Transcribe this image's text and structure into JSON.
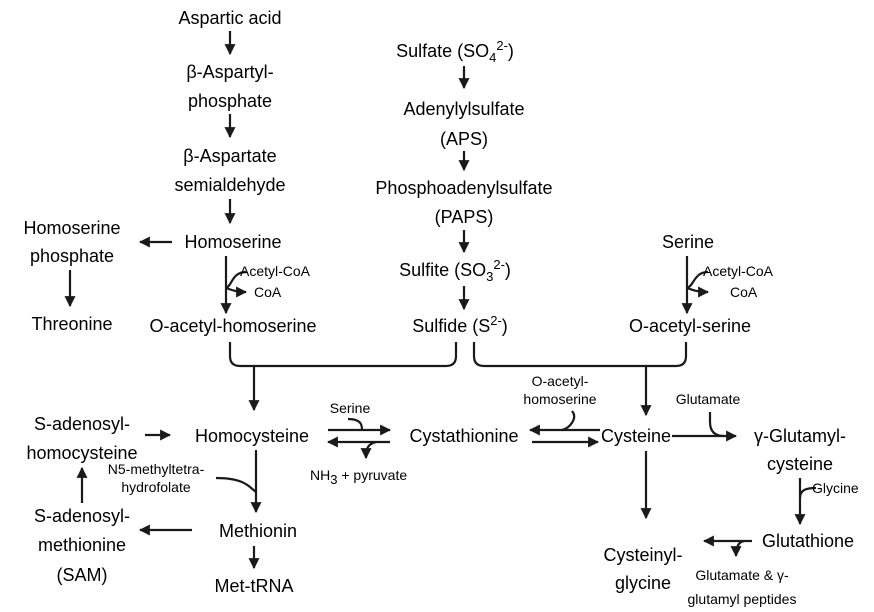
{
  "nodes": {
    "aspartic_acid": "Aspartic acid",
    "aspartyl_phosphate_1": "β-Aspartyl-",
    "aspartyl_phosphate_2": "phosphate",
    "aspartate_semialdehyde_1": "β-Aspartate",
    "aspartate_semialdehyde_2": "semialdehyde",
    "homoserine": "Homoserine",
    "homoserine_phosphate_1": "Homoserine",
    "homoserine_phosphate_2": "phosphate",
    "threonine": "Threonine",
    "o_acetyl_homoserine": "O-acetyl-homoserine",
    "sulfate": "Sulfate (SO",
    "sulfate_sub": "4",
    "sulfate_sup": "2-",
    "sulfate_close": ")",
    "aps_1": "Adenylylsulfate",
    "aps_2": "(APS)",
    "paps_1": "Phosphoadenylsulfate",
    "paps_2": "(PAPS)",
    "sulfite": "Sulfite (SO",
    "sulfite_sub": "3",
    "sulfite_sup": "2-",
    "sulfite_close": ")",
    "sulfide": "Sulfide (S",
    "sulfide_sup": "2-",
    "sulfide_close": ")",
    "serine": "Serine",
    "o_acetyl_serine": "O-acetyl-serine",
    "homocysteine": "Homocysteine",
    "cystathionine": "Cystathionine",
    "cysteine": "Cysteine",
    "sah_1": "S-adenosyl-",
    "sah_2": "homocysteine",
    "methionin": "Methionin",
    "sam_1": "S-adenosyl-",
    "sam_2": "methionine",
    "sam_3": "(SAM)",
    "met_trna": "Met-tRNA",
    "glutamylcysteine_1": "γ-Glutamyl-",
    "glutamylcysteine_2": "cysteine",
    "glutathione": "Glutathione",
    "cysteinylglycine_1": "Cysteinyl-",
    "cysteinylglycine_2": "glycine"
  },
  "cofactors": {
    "acetyl_coa_1": "Acetyl-CoA",
    "coa_1": "CoA",
    "acetyl_coa_2": "Acetyl-CoA",
    "coa_2": "CoA",
    "serine_in": "Serine",
    "nh3": "NH",
    "nh3_sub": "3",
    "pyruvate": " +  pyruvate",
    "o_acetyl_homoserine_in_1": "O-acetyl-",
    "o_acetyl_homoserine_in_2": "homoserine",
    "glutamate_in": "Glutamate",
    "glycine_in": "Glycine",
    "methylthf_1": "N5-methyltetra-",
    "methylthf_2": "hydrofolate",
    "glutamate_out_1": "Glutamate & γ-",
    "glutamate_out_2": "glutamyl peptides"
  }
}
